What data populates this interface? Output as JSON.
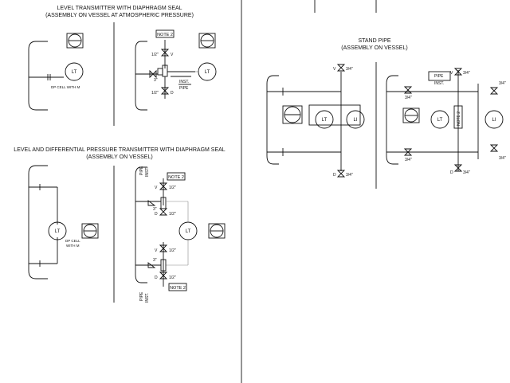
{
  "sections": {
    "s1": {
      "title": "LEVEL TRANSMITTER WITH DIAPHRAGM SEAL",
      "subtitle": "(ASSEMBLY ON VESSEL AT ATMOSPHERIC PRESSURE)"
    },
    "s2": {
      "title": "LEVEL AND DIFFERENTIAL PRESSURE TRANSMITTER WITH DIAPHRAGM SEAL",
      "subtitle": "(ASSEMBLY ON VESSEL)"
    },
    "s3": {
      "title": "STAND PIPE",
      "subtitle": "(ASSEMBLY ON VESSEL)"
    }
  },
  "labels": {
    "lt": "LT",
    "li": "LI",
    "note2": "NOTE 2",
    "dp_cell_1": "DP CELL WITH M",
    "dp_cell_2a": "DP CELL",
    "dp_cell_2b": "WITH M",
    "half_inch": "1/2\"",
    "three_quarter": "3/4\"",
    "three_inch": "3\"",
    "v": "V",
    "d": "D",
    "inst": "INST.",
    "pipe": "PIPE",
    "inst_pipe": "INST.",
    "pipe2": "PIPE"
  }
}
